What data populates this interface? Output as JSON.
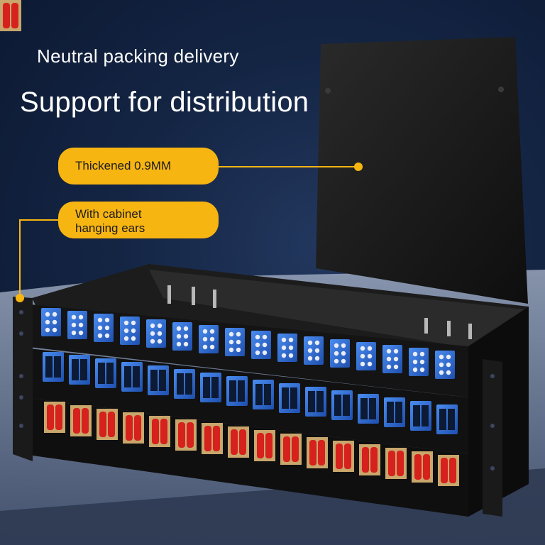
{
  "headline": {
    "line1": "Neutral packing delivery",
    "line2": "Support for distribution"
  },
  "callouts": [
    {
      "text": "Thickened 0.9MM"
    },
    {
      "line1": "With cabinet",
      "line2": "hanging ears"
    }
  ],
  "colors": {
    "background": "#142544",
    "accent": "#f7b512",
    "adapter_blue": "#2f6fd0",
    "adapter_red": "#d6211d",
    "chassis": "#161616"
  },
  "product": {
    "top_row_adapters": 16,
    "middle_row_adapters": 16,
    "bottom_row_adapters": 16
  }
}
